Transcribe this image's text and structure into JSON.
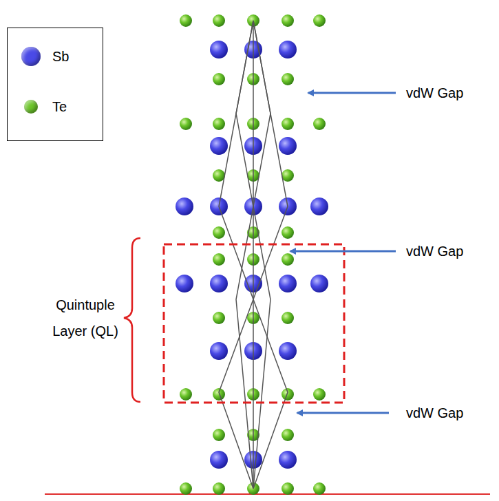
{
  "diagram": {
    "labels": [
      "vdW Gap",
      "vdW Gap",
      "Quintuple Layer (QL)",
      "vdW Gap"
    ],
    "legend": [
      {
        "text": "Sb",
        "color": "#4a4ae6"
      },
      {
        "text": "Te",
        "color": "#6cc52a"
      }
    ]
  }
}
